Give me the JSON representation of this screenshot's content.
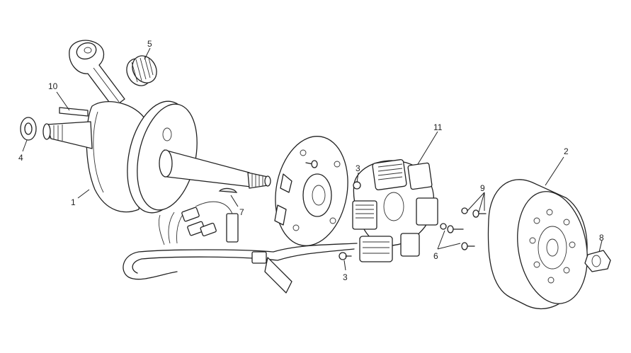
{
  "diagram": {
    "callouts": [
      {
        "id": "c1",
        "text": "1"
      },
      {
        "id": "c2",
        "text": "2"
      },
      {
        "id": "c3a",
        "text": "3"
      },
      {
        "id": "c3b",
        "text": "3"
      },
      {
        "id": "c4",
        "text": "4"
      },
      {
        "id": "c5",
        "text": "5"
      },
      {
        "id": "c6",
        "text": "6"
      },
      {
        "id": "c7",
        "text": "7"
      },
      {
        "id": "c8",
        "text": "8"
      },
      {
        "id": "c9",
        "text": "9"
      },
      {
        "id": "c10",
        "text": "10"
      },
      {
        "id": "c11",
        "text": "11"
      }
    ]
  }
}
